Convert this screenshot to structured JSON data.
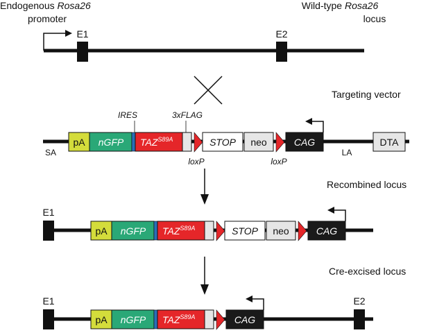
{
  "labels": {
    "endogenous_line1": "Endogenous",
    "endogenous_line1_italic": "Rosa26",
    "endogenous_line2": "promoter",
    "wildtype_line1": "Wild-type",
    "wildtype_line1_italic": "Rosa26",
    "wildtype_line2": "locus",
    "targeting_vector": "Targeting vector",
    "recombined_locus": "Recombined locus",
    "cre_excised_locus": "Cre-excised locus",
    "ires": "IRES",
    "flag": "3xFLAG",
    "loxp_left": "loxP",
    "loxp_right": "loxP",
    "sa": "SA",
    "la": "LA"
  },
  "exons": {
    "e1": "E1",
    "e2": "E2"
  },
  "elements": {
    "pa": "pA",
    "ngfp": "nGFP",
    "taz": "TAZ",
    "taz_sup": "S89A",
    "stop": "STOP",
    "neo": "neo",
    "cag": "CAG",
    "dta": "DTA"
  },
  "colors": {
    "pa": "#d4dc3b",
    "ngfp": "#2aa877",
    "taz": "#e52629",
    "ires": "#2a6fb8",
    "loxp": "#e52629",
    "cag": "#1a1a1a",
    "light_box": "#e6e6e6",
    "white_box": "#ffffff"
  }
}
